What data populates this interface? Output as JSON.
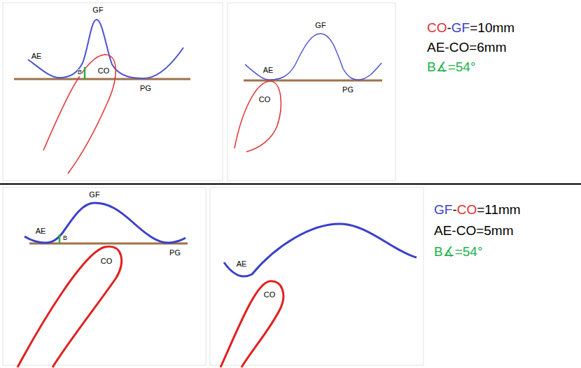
{
  "diagram": {
    "labels": [
      "GF",
      "AE",
      "B",
      "CO",
      "PG",
      "GF",
      "AE",
      "CO",
      "PG",
      "CO-GF=10mm",
      "AE-CO=6mm",
      "B∡=54°",
      "GF",
      "AE",
      "B",
      "CO",
      "PG",
      "AE",
      "CO",
      "GF-CO=11mm",
      "AE-CO=5mm",
      "B∡=54°"
    ]
  }
}
